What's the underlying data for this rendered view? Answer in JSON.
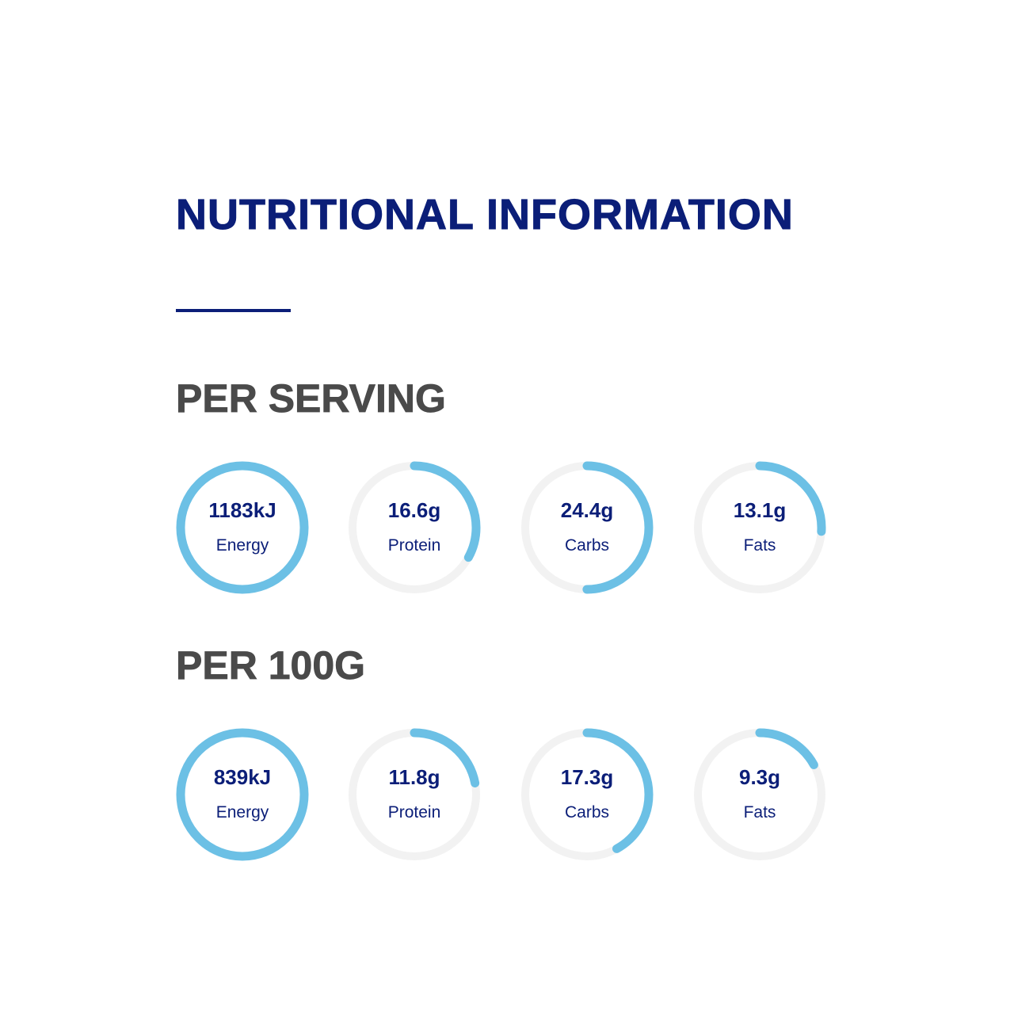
{
  "title": "NUTRITIONAL INFORMATION",
  "colors": {
    "accent": "#6cc0e5",
    "track": "#f2f2f2",
    "navy": "#0b1e78"
  },
  "sections": [
    {
      "heading": "PER SERVING",
      "items": [
        {
          "value": "1183kJ",
          "label": "Energy",
          "fraction": 1.0
        },
        {
          "value": "16.6g",
          "label": "Protein",
          "fraction": 0.33
        },
        {
          "value": "24.4g",
          "label": "Carbs",
          "fraction": 0.5
        },
        {
          "value": "13.1g",
          "label": "Fats",
          "fraction": 0.26
        }
      ]
    },
    {
      "heading": "PER 100G",
      "items": [
        {
          "value": "839kJ",
          "label": "Energy",
          "fraction": 1.0
        },
        {
          "value": "11.8g",
          "label": "Protein",
          "fraction": 0.22
        },
        {
          "value": "17.3g",
          "label": "Carbs",
          "fraction": 0.42
        },
        {
          "value": "9.3g",
          "label": "Fats",
          "fraction": 0.17
        }
      ]
    }
  ]
}
